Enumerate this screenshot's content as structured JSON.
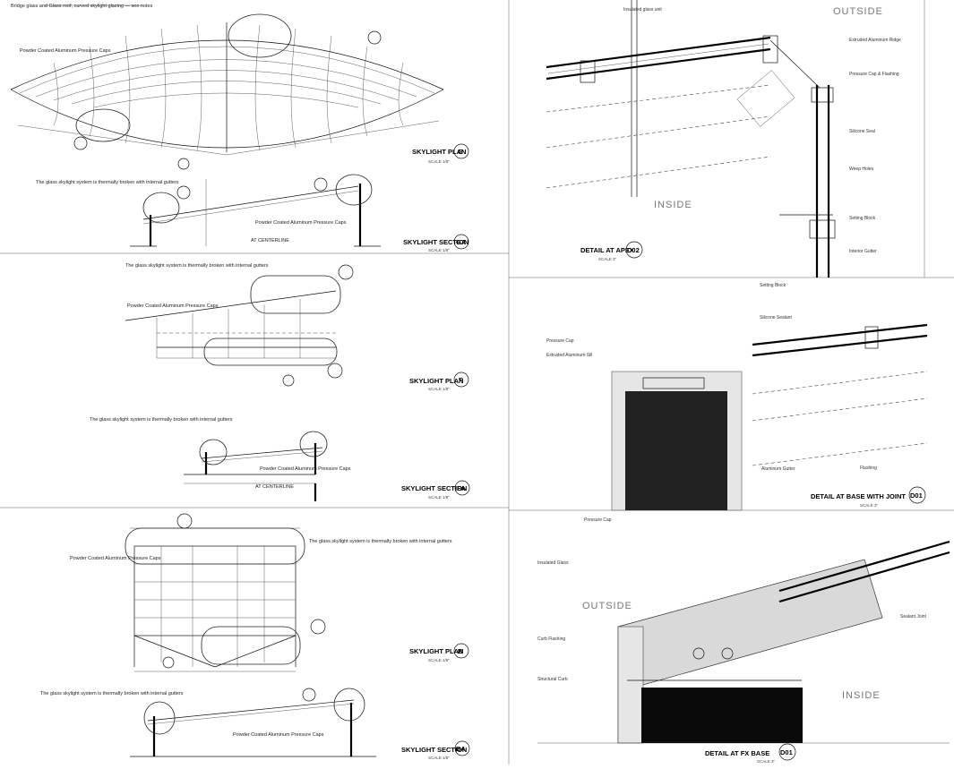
{
  "sheet": {
    "panels": [
      {
        "id": "G",
        "title": "SKYLIGHT PLAN",
        "tag": "G",
        "scale": "SCALE  1/8\"",
        "note": "Bridge glass and Glass roof, curved skylight glazing — see notes",
        "label2": "Powder Coated Aluminum Pressure Caps"
      },
      {
        "id": "GA",
        "title": "SKYLIGHT SECTION",
        "tag": "GA",
        "scale": "SCALE  1/8\"",
        "note": "The glass skylight system is thermally broken with internal gutters",
        "label2": "Powder Coated Aluminum Pressure Caps",
        "label3": "AT CENTERLINE"
      },
      {
        "id": "F",
        "title": "SKYLIGHT PLAN",
        "tag": "F",
        "scale": "SCALE  1/8\"",
        "note": "The glass skylight system is thermally broken with internal gutters",
        "label2": "Powder Coated Aluminum Pressure Caps"
      },
      {
        "id": "FA",
        "title": "SKYLIGHT SECTION",
        "tag": "FA",
        "scale": "SCALE  1/8\"",
        "note": "The glass skylight system is thermally broken with internal gutters",
        "label2": "Powder Coated Aluminum Pressure Caps",
        "label3": "AT CENTERLINE"
      },
      {
        "id": "B",
        "title": "SKYLIGHT PLAN",
        "tag": "B",
        "scale": "SCALE  1/8\"",
        "note": "The glass skylight system is thermally broken with internal gutters",
        "label2": "Powder Coated Aluminum Pressure Caps"
      },
      {
        "id": "BA",
        "title": "SKYLIGHT SECTION",
        "tag": "BA",
        "scale": "SCALE  1/8\"",
        "note": "The glass skylight system is thermally broken with internal gutters",
        "label2": "Powder Coated Aluminum Pressure Caps"
      }
    ],
    "details": [
      {
        "id": "D02",
        "title": "DETAIL AT APEX",
        "tag": "D02",
        "scale": "SCALE  3\"",
        "outside": "OUTSIDE",
        "inside": "INSIDE",
        "callouts": [
          "Insulated glass unit",
          "Extruded Aluminum Ridge",
          "Pressure Cap & Flashing",
          "Silicone Seal",
          "Weep Holes",
          "Setting Block",
          "Interior Gutter"
        ]
      },
      {
        "id": "D01",
        "title": "DETAIL AT BASE WITH JOINT",
        "tag": "D01",
        "scale": "SCALE  3\"",
        "callouts": [
          "Pressure Cap",
          "Extruded Aluminum Sill",
          "Setting Block",
          "Silicone Sealant",
          "Aluminum Gutter",
          "Flashing"
        ]
      },
      {
        "id": "D01b",
        "title": "DETAIL AT FX BASE",
        "tag": "D01",
        "scale": "SCALE  3\"",
        "outside": "OUTSIDE",
        "inside": "INSIDE",
        "callouts": [
          "Pressure Cap",
          "Insulated Glass",
          "Curb Flashing",
          "Structural Curb",
          "Sealant Joint"
        ]
      }
    ]
  }
}
